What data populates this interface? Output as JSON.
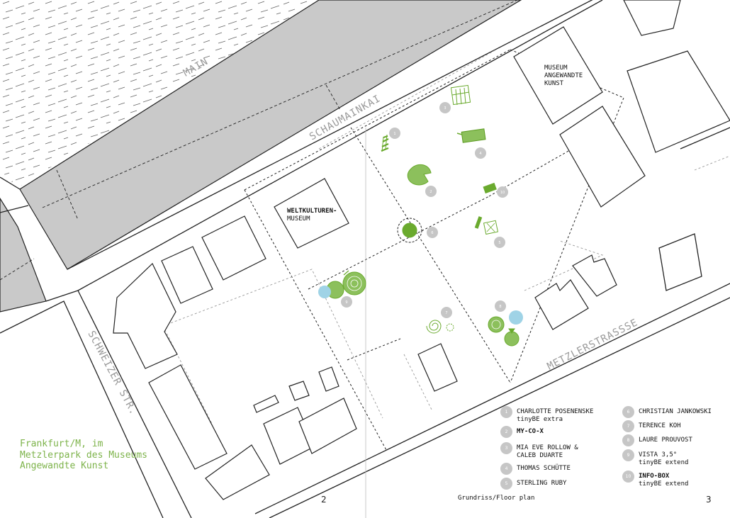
{
  "title": "Frankfurt/M, im Metzlerpark des Museums Angewandte Kunst",
  "plan_label": "Grundriss/Floor plan",
  "page_numbers": {
    "left": "2",
    "right": "3"
  },
  "streets": {
    "river": "MAIN",
    "quay": "SCHAUMAINKAI",
    "schweizer": "SCHWEIZER STR.",
    "metzler": "METZLERSTRASSSE"
  },
  "buildings": {
    "weltkulturen": {
      "line1": "WELTKULTUREN-",
      "line2": "MUSEUM"
    },
    "angewandte": {
      "line1": "MUSEUM",
      "line2": "ANGEWANDTE",
      "line3": "KUNST"
    }
  },
  "colors": {
    "accent_green": "#6aaa2e",
    "water_blue": "#9fd3e6",
    "marker_gray": "#c6c6c6",
    "river_gray": "#c9c9c9"
  },
  "legend": [
    {
      "num": "1",
      "line1": "CHARLOTTE POSENENSKE",
      "line2": "tinyBE extra",
      "bold": false
    },
    {
      "num": "2",
      "line1": "MY-CO-X",
      "line2": "",
      "bold": true
    },
    {
      "num": "3",
      "line1": "MIA EVE ROLLOW &",
      "line2": "CALEB DUARTE",
      "bold": false
    },
    {
      "num": "4",
      "line1": "THOMAS SCHÜTTE",
      "line2": "",
      "bold": false
    },
    {
      "num": "5",
      "line1": "STERLING RUBY",
      "line2": "",
      "bold": false
    },
    {
      "num": "6",
      "line1": "CHRISTIAN JANKOWSKI",
      "line2": "",
      "bold": false
    },
    {
      "num": "7",
      "line1": "TERENCE KOH",
      "line2": "",
      "bold": false
    },
    {
      "num": "8",
      "line1": "LAURE PROUVOST",
      "line2": "",
      "bold": false
    },
    {
      "num": "9",
      "line1": "VISTA 3,5°",
      "line2": "tinyBE extend",
      "bold": false
    },
    {
      "num": "10",
      "line1": "INFO-BOX",
      "line2": "tinyBE extend",
      "bold": true
    }
  ],
  "markers": [
    "1",
    "2",
    "3",
    "4",
    "5",
    "6",
    "7",
    "8",
    "9",
    "10"
  ]
}
